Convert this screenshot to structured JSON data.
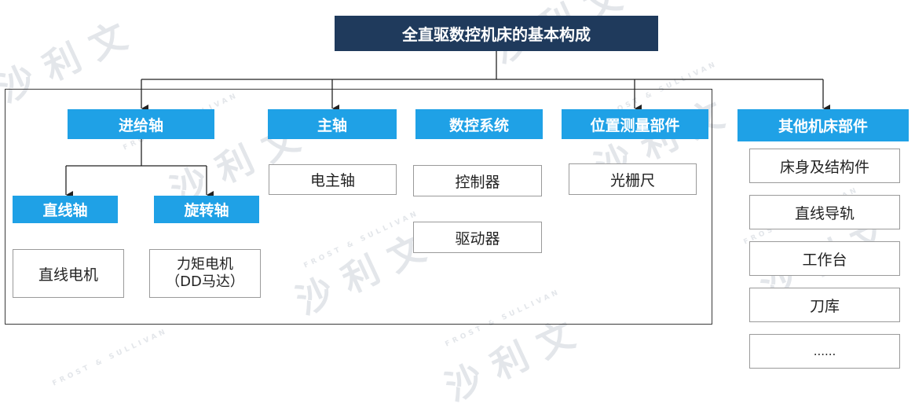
{
  "title": "全直驱数控机床的基本构成",
  "watermark": {
    "chars": "沙利文",
    "brand": "FROST & SULLIVAN"
  },
  "colors": {
    "root_bg": "#1f3a5c",
    "category_bg": "#1fa1e6",
    "leaf_border": "#9a9a9a",
    "line": "#222222"
  },
  "categories": {
    "feed_axis": {
      "label": "进给轴",
      "sub": {
        "linear_axis": {
          "label": "直线轴",
          "items": [
            "直线电机"
          ]
        },
        "rotary_axis": {
          "label": "旋转轴",
          "items": [
            "力矩电机",
            "（DD马达）"
          ]
        }
      }
    },
    "spindle": {
      "label": "主轴",
      "items": [
        "电主轴"
      ]
    },
    "cnc_system": {
      "label": "数控系统",
      "items": [
        "控制器",
        "驱动器"
      ]
    },
    "position_measure": {
      "label": "位置测量部件",
      "items": [
        "光栅尺"
      ]
    },
    "other_parts": {
      "label": "其他机床部件",
      "items": [
        "床身及结构件",
        "直线导轨",
        "工作台",
        "刀库",
        "......"
      ]
    }
  }
}
